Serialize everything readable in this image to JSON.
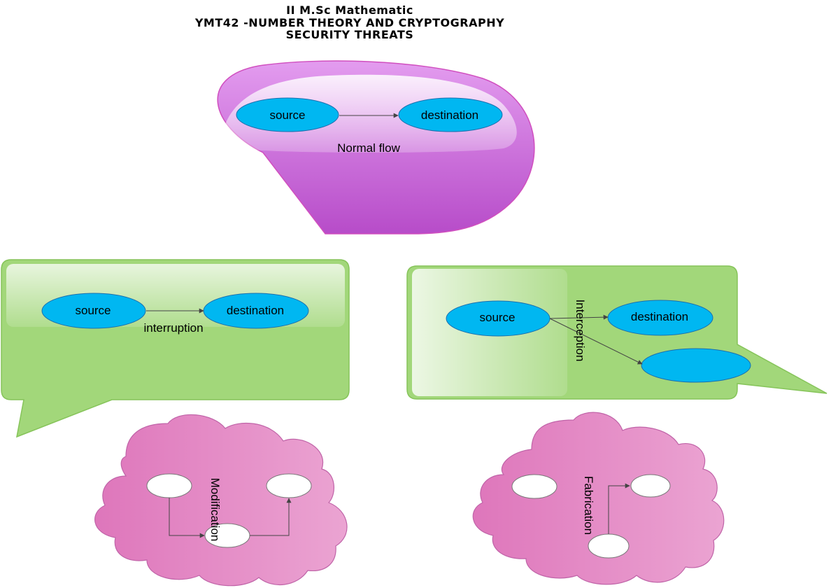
{
  "title": {
    "line1": "II M.Sc Mathematic",
    "line2": "YMT42 -NUMBER THEORY AND CRYPTOGRAPHY",
    "line3": "SECURITY THREATS"
  },
  "normal_flow": {
    "source": "source",
    "destination": "destination",
    "caption": "Normal flow"
  },
  "interruption": {
    "source": "source",
    "destination": "destination",
    "caption": "interruption"
  },
  "interception": {
    "source": "source",
    "destination": "destination",
    "caption": "Interception"
  },
  "modification": {
    "caption": "Modification"
  },
  "fabrication": {
    "caption": "Fabrication"
  },
  "colors": {
    "purple_bubble": "#c55fd5",
    "green_bubble": "#a2d77a",
    "pink_cloud": "#e38dc6",
    "node_blue": "#00b7f1",
    "node_white": "#ffffff"
  }
}
